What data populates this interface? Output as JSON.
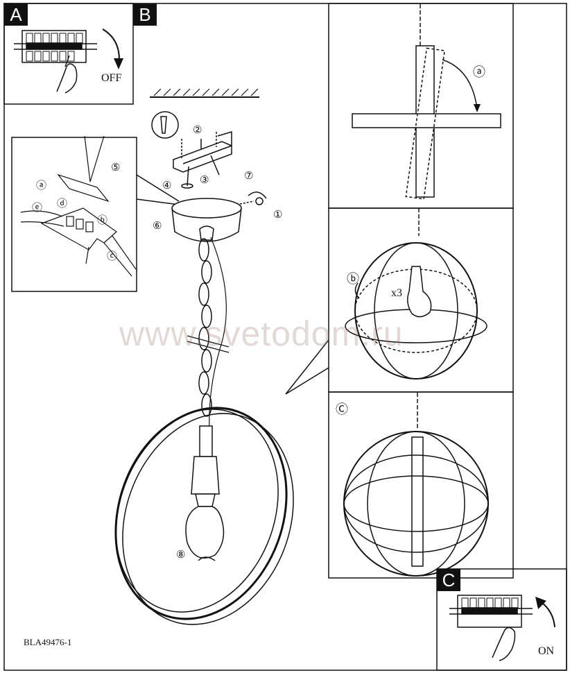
{
  "panels": {
    "a_tab": "A",
    "b_tab": "B",
    "c_tab": "C"
  },
  "labels": {
    "off": "OFF",
    "on": "ON",
    "step_a": "ⓐ",
    "step_b": "ⓑ",
    "step_c": "Ⓒ",
    "count": "x3",
    "wire_a": "ⓐ",
    "wire_b": "ⓑ",
    "wire_c": "ⓒ",
    "wire_d": "ⓓ",
    "wire_e": "ⓔ",
    "n1": "①",
    "n2": "②",
    "n3": "③",
    "n4": "④",
    "n5": "⑤",
    "n6": "⑥",
    "n7": "⑦",
    "n8": "⑧"
  },
  "footer": {
    "code": "BLA49476-1"
  },
  "watermark": {
    "text": "www.svetodom.ru"
  }
}
